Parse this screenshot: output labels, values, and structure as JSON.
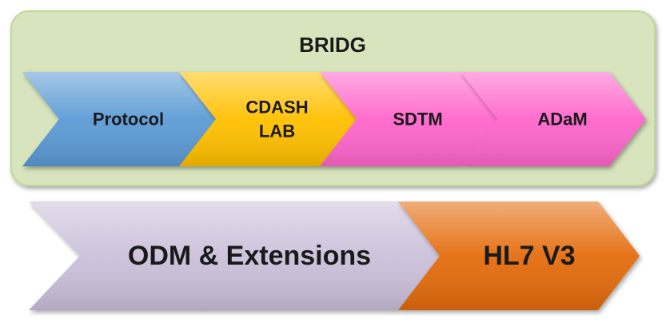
{
  "bridg": {
    "title": "BRIDG"
  },
  "top_row": [
    {
      "lines": [
        "Protocol"
      ],
      "color": "#5b9bd5"
    },
    {
      "lines": [
        "CDASH",
        "LAB"
      ],
      "color": "#ffc000"
    },
    {
      "lines": [
        "SDTM"
      ],
      "color": "#ff66cc"
    },
    {
      "lines": [
        "ADaM"
      ],
      "color": "#ff66cc"
    }
  ],
  "bottom_row": [
    {
      "lines": [
        "ODM & Extensions"
      ],
      "color": "#ccc0da"
    },
    {
      "lines": [
        "HL7 V3"
      ],
      "color": "#e46c0a"
    }
  ],
  "colors": {
    "bridg_panel": "#d7e4bd",
    "bridg_panel_border": "#c3d69b",
    "text": "#1a1a1a"
  }
}
